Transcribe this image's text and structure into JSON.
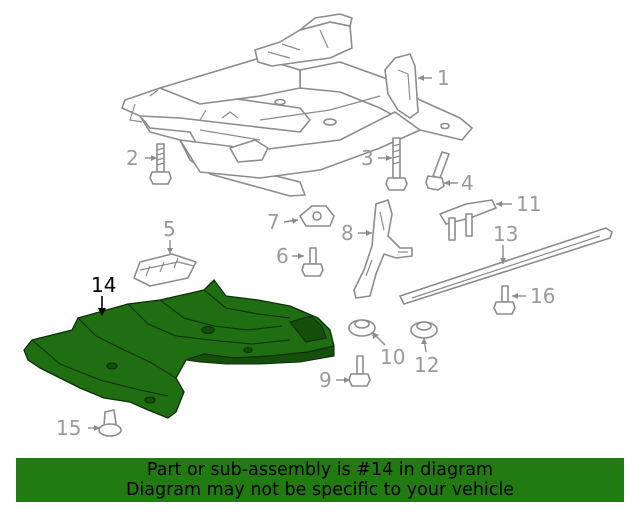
{
  "callouts": {
    "c1": "1",
    "c2": "2",
    "c3": "3",
    "c4": "4",
    "c5": "5",
    "c6": "6",
    "c7": "7",
    "c8": "8",
    "c9": "9",
    "c10": "10",
    "c11": "11",
    "c12": "12",
    "c13": "13",
    "c14": "14",
    "c15": "15",
    "c16": "16"
  },
  "highlight": {
    "part_number": "14",
    "color": "#1f6e12"
  },
  "banner": {
    "line1": "Part or sub-assembly is #14 in diagram",
    "line2": "Diagram may not be specific to your vehicle",
    "background": "#217a12"
  }
}
